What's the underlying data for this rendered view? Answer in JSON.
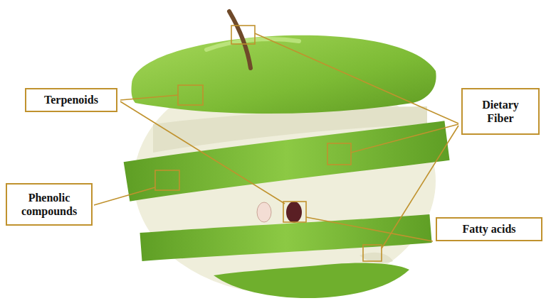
{
  "diagram": {
    "nodes": [
      {
        "text": [
          "Terpenoids"
        ]
      },
      {
        "text": [
          "Dietary Fiber"
        ]
      },
      {
        "text": [
          "Phenolic compounds"
        ]
      },
      {
        "text": [
          "Fatty acids"
        ]
      }
    ]
  }
}
